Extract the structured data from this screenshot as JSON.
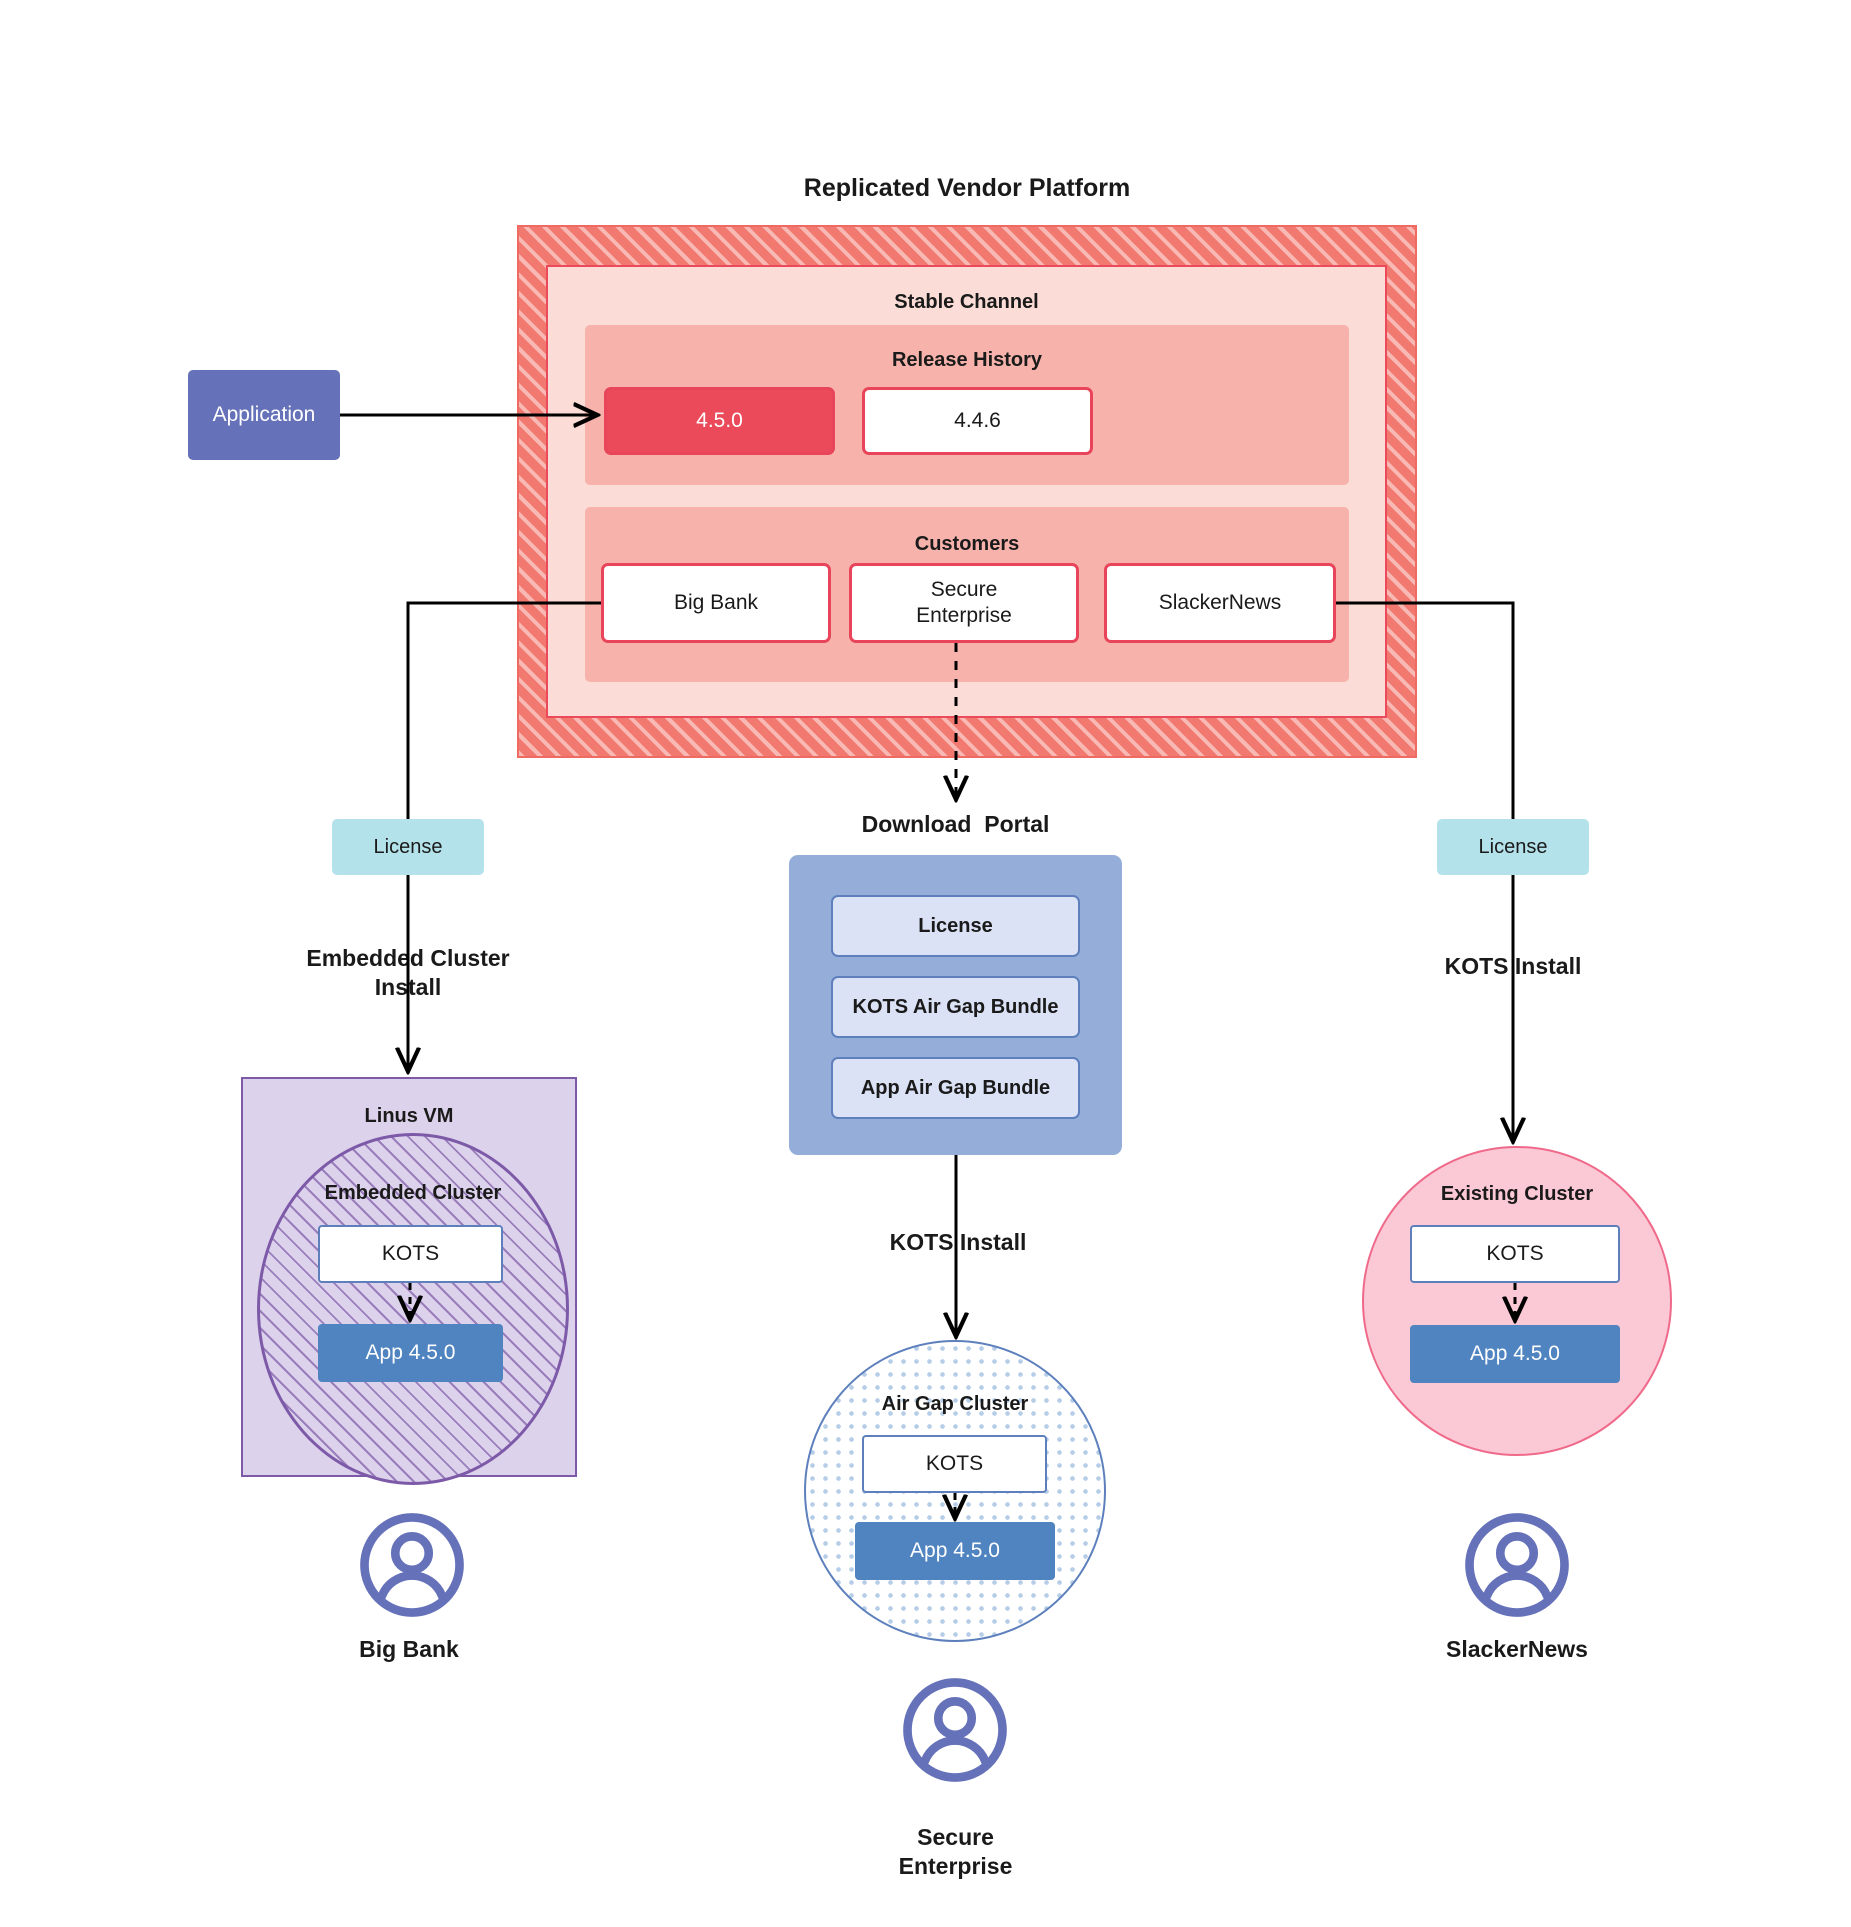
{
  "diagram": {
    "title": "Replicated Vendor Platform",
    "platform": {
      "channel_label": "Stable Channel",
      "release_history": {
        "label": "Release History",
        "releases": [
          {
            "version": "4.5.0",
            "state": "current"
          },
          {
            "version": "4.4.6",
            "state": "previous"
          }
        ]
      },
      "customers": {
        "label": "Customers",
        "items": [
          {
            "name": "Big Bank"
          },
          {
            "name": "Secure\nEnterprise"
          },
          {
            "name": "SlackerNews"
          }
        ]
      }
    },
    "application_node": {
      "label": "Application"
    },
    "download_portal": {
      "label": "Download  Portal",
      "items": [
        {
          "label": "License"
        },
        {
          "label": "KOTS Air Gap Bundle"
        },
        {
          "label": "App Air Gap Bundle"
        }
      ]
    },
    "branches": {
      "left": {
        "license_label": "License",
        "install_label": "Embedded Cluster\nInstall",
        "host_label": "Linus VM",
        "cluster_label": "Embedded Cluster",
        "kots_label": "KOTS",
        "app_label": "App 4.5.0",
        "customer_label": "Big Bank"
      },
      "center": {
        "install_label": "KOTS Install",
        "cluster_label": "Air Gap Cluster",
        "kots_label": "KOTS",
        "app_label": "App 4.5.0",
        "customer_label": "Secure\nEnterprise"
      },
      "right": {
        "license_label": "License",
        "install_label": "KOTS Install",
        "cluster_label": "Existing Cluster",
        "kots_label": "KOTS",
        "app_label": "App 4.5.0",
        "customer_label": "SlackerNews"
      }
    },
    "colors": {
      "platform_hatch": "#f1796f",
      "channel_bg": "#fbdcd6",
      "panel_bg": "#f7b3ab",
      "release_current": "#ea4a5a",
      "release_border": "#e8455a",
      "application": "#6571b8",
      "license_chip": "#b3e2ea",
      "portal_bg": "#95aed9",
      "portal_item": "#dbe2f5",
      "vm_purple": "#ddd2ec",
      "vm_border": "#7d5aa8",
      "cluster_blue": "#5d80bd",
      "app_blue": "#5084c0",
      "existing_pink": "#fbc8d5",
      "avatar": "#6571b8"
    }
  }
}
